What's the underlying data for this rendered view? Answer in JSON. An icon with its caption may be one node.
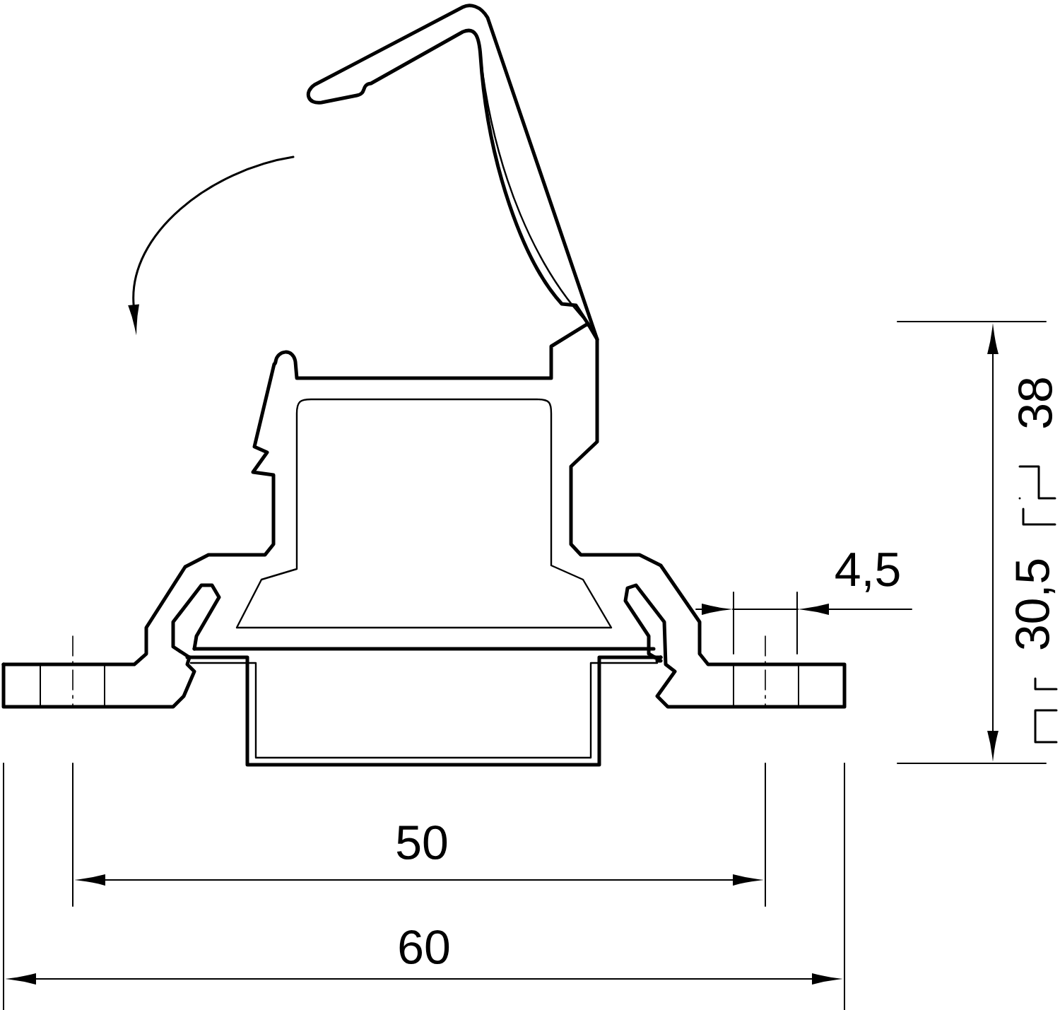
{
  "diagram": {
    "labels": [
      "38",
      "4,5",
      "30,5",
      "50",
      "60"
    ]
  }
}
